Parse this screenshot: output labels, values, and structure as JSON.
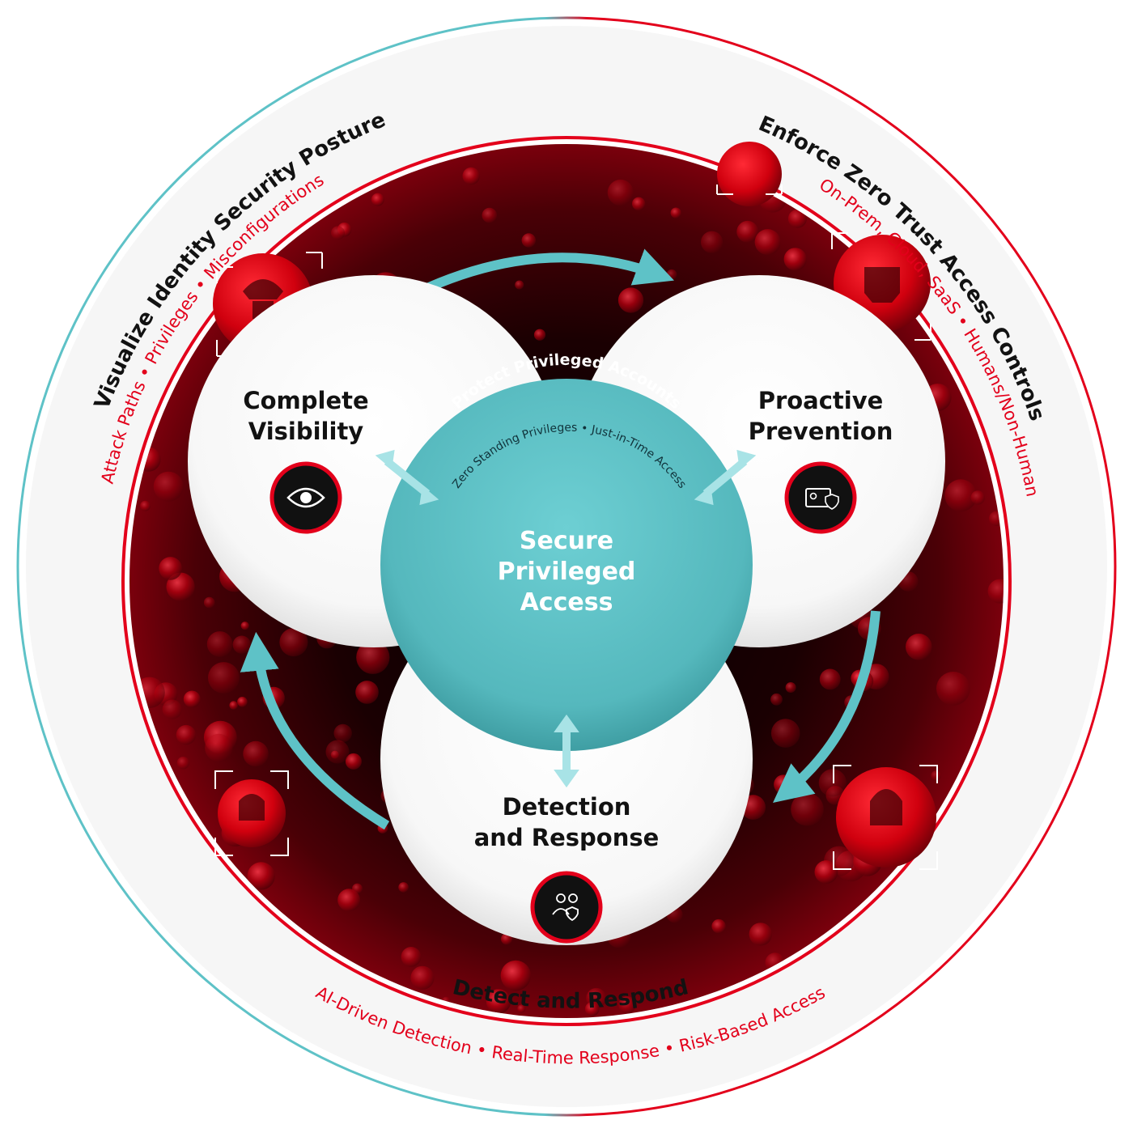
{
  "colors": {
    "accent_red": "#e3001b",
    "teal": "#5ec2c7",
    "dark_red": "#2a0003",
    "text_dark": "#121212"
  },
  "outer_ring": {
    "left": {
      "title": "Visualize Identity Security Posture",
      "items": [
        "Attack Paths",
        "Privileges",
        "Misconfigurations"
      ]
    },
    "right": {
      "title": "Enforce Zero Trust Access Controls",
      "items": [
        "On-Prem, Cloud, SaaS",
        "Humans/Non-Human"
      ]
    },
    "bottom": {
      "title": "Detect and Respond",
      "items": [
        "AI-Driven Detection",
        "Real-Time Response",
        "Risk-Based Access"
      ]
    },
    "separator": "•"
  },
  "pillars": [
    {
      "line1": "Complete",
      "line2": "Visibility",
      "icon": "eye-icon"
    },
    {
      "line1": "Proactive",
      "line2": "Prevention",
      "icon": "id-badge-shield-icon"
    },
    {
      "line1": "Detection",
      "line2": "and Response",
      "icon": "users-shield-icon"
    }
  ],
  "core": {
    "arc_title": "Protect Privileged Accounts",
    "arc_items": [
      "Zero Standing Privileges",
      "Just-in-Time Access"
    ],
    "line1": "Secure",
    "line2": "Privileged",
    "line3": "Access"
  },
  "threat_icons": [
    "cowboy-hacker-icon",
    "robot-skull-icon",
    "helmet-icon",
    "skull-mask-icon",
    "flaming-skull-icon"
  ]
}
